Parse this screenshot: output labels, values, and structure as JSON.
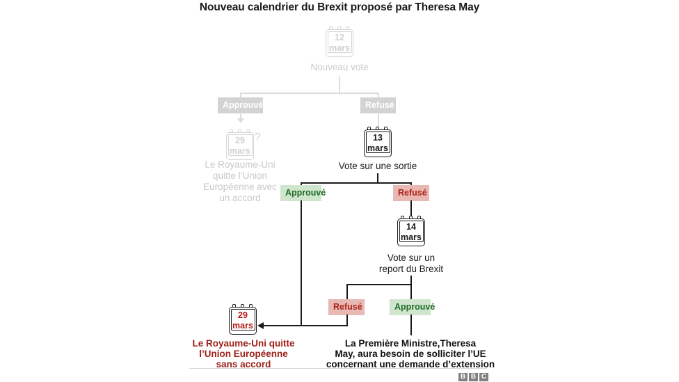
{
  "title": "Nouveau calendrier du Brexit proposé par Theresa May",
  "nodes": {
    "vote12": {
      "day": "12",
      "month": "mars",
      "label": "Nouveau vote"
    },
    "approved1": {
      "label": "Approuvé"
    },
    "refused1": {
      "label": "Refusé"
    },
    "exit29_deal": {
      "day": "29",
      "month": "mars",
      "question": "?",
      "label_line1": "Le Royaume-Uni",
      "label_line2": "quitte l’Union",
      "label_line3": "Européenne avec",
      "label_line4": "un accord"
    },
    "vote13": {
      "day": "13",
      "month": "mars",
      "label": "Vote sur une sortie"
    },
    "approved2": {
      "label": "Approuvé"
    },
    "refused2": {
      "label": "Refusé"
    },
    "vote14": {
      "day": "14",
      "month": "mars",
      "label_line1": "Vote sur un",
      "label_line2": "report du Brexit"
    },
    "refused3": {
      "label": "Refusé"
    },
    "approved3": {
      "label": "Approuvé"
    },
    "exit29_nodeal": {
      "day": "29",
      "month": "mars",
      "label_line1": "Le Royaume-Uni quitte",
      "label_line2": "l’Union Européenne",
      "label_line3": "sans accord"
    },
    "extension": {
      "label_line1": "La Première Ministre,Theresa",
      "label_line2": "May, aura besoin de solliciter l’UE",
      "label_line3": "concernant une demande d’extension"
    }
  },
  "footer": {
    "logo_b1": "B",
    "logo_b2": "B",
    "logo_c": "C"
  },
  "colors": {
    "approved_bg": "#cfe6cc",
    "approved_text": "#1f6b28",
    "refused_bg": "#e8b9b3",
    "refused_text": "#ad2419",
    "faded": "#cfcfcf",
    "red_text": "#9c1f16",
    "line": "#1a1a1a",
    "line_faded": "#dcdcdc"
  }
}
